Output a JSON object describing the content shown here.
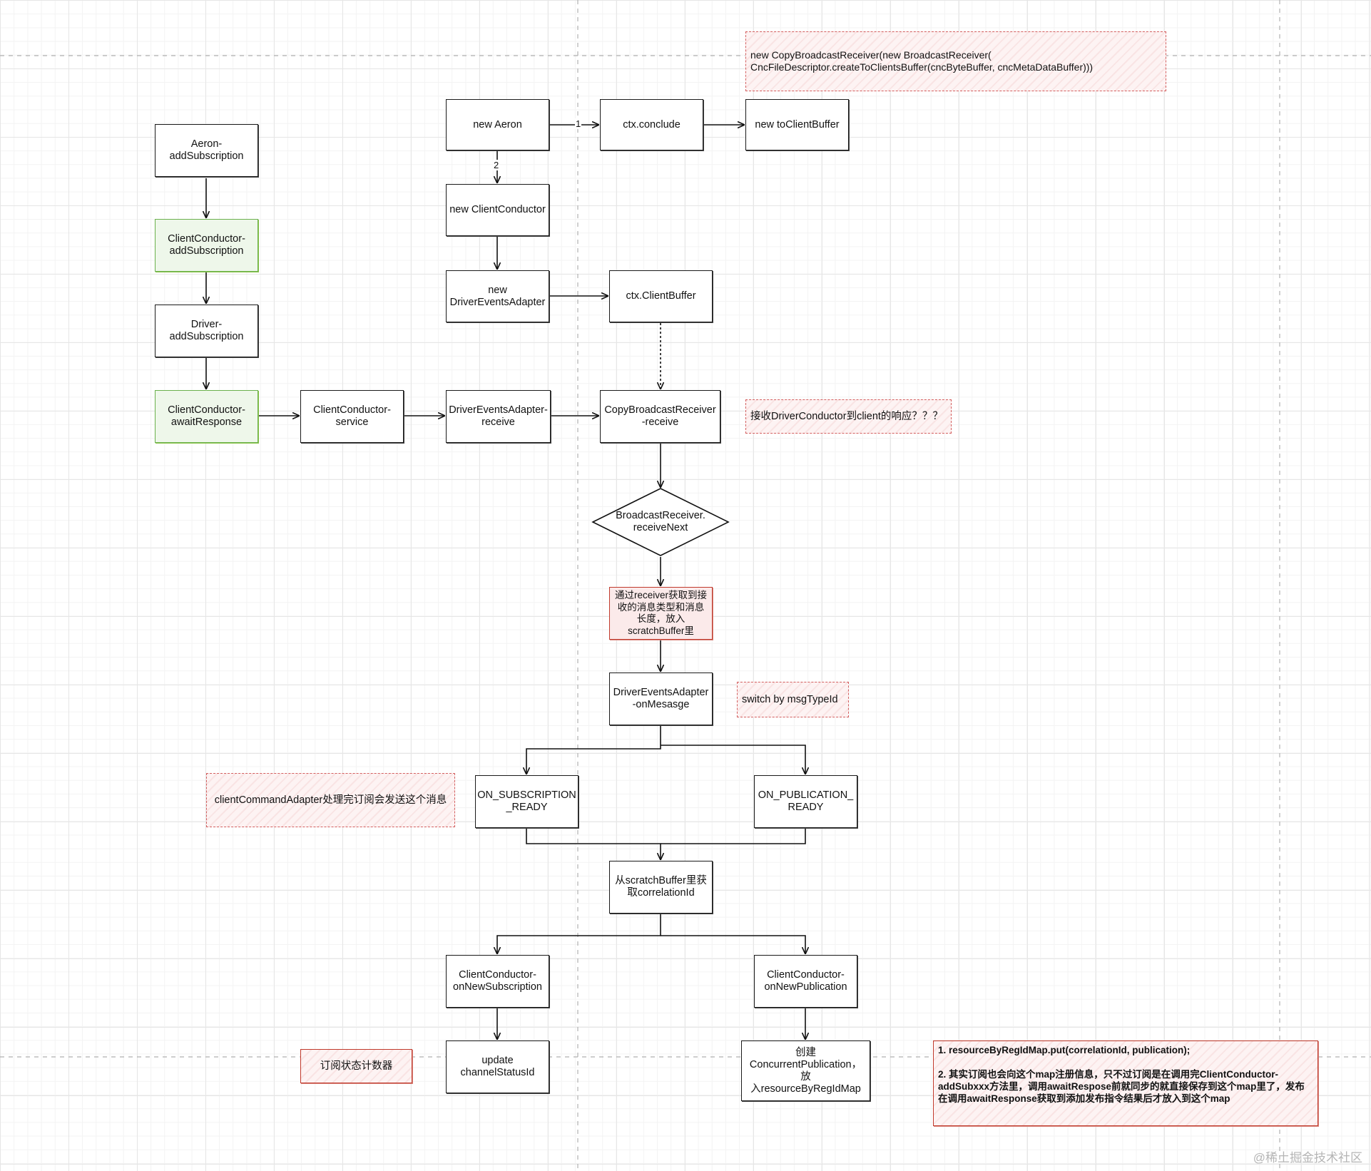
{
  "nodes": {
    "aeron_add": "Aeron-\naddSubscription",
    "cc_add": "ClientConductor-\naddSubscription",
    "driver_add": "Driver-\naddSubscription",
    "cc_await": "ClientConductor-\nawaitResponse",
    "cc_service": "ClientConductor-\nservice",
    "dea_receive": "DriverEventsAdapter-\nreceive",
    "cbr_receive": "CopyBroadcastReceiver\n-receive",
    "new_aeron": "new Aeron",
    "ctx_conclude": "ctx.conclude",
    "new_toclient": "new toClientBuffer",
    "new_cc": "new ClientConductor",
    "new_dea": "new\nDriverEventsAdapter",
    "ctx_clientbuffer": "ctx.ClientBuffer",
    "receive_next": "BroadcastReceiver.\nreceiveNext",
    "scratch_box": "通过receiver获取到接\n收的消息类型和消息\n长度，放入\nscratchBuffer里",
    "dea_onmessage": "DriverEventsAdapter\n-onMesasge",
    "on_sub_ready": "ON_SUBSCRIPTION\n_READY",
    "on_pub_ready": "ON_PUBLICATION_\nREADY",
    "get_corr": "从scratchBuffer里获\n取correlationId",
    "cc_new_sub": "ClientConductor-\nonNewSubscription",
    "cc_new_pub": "ClientConductor-\nonNewPublication",
    "update_status": "update\nchannelStatusId",
    "create_pub": "创建\nConcurrentPublication，放\n入resourceByRegIdMap"
  },
  "notes": {
    "copy_receiver": "new CopyBroadcastReceiver(new BroadcastReceiver(\n              CncFileDescriptor.createToClientsBuffer(cncByteBuffer, cncMetaDataBuffer)))",
    "receive_response": "接收DriverConductor到client的响应？？？",
    "switch_msg": "switch by msgTypeId",
    "client_cmd": "clientCommandAdapter处理完订阅会发送这个消息",
    "sub_counter": "订阅状态计数器",
    "resource_map": "1. resourceByRegIdMap.put(correlationId, publication);\n\n2. 其实订阅也会向这个map注册信息，只不过订阅是在调用完ClientConductor-addSubxxx方法里，调用awaitRespose前就同步的就直接保存到这个map里了，发布在调用awaitResponse获取到添加发布指令结果后才放入到这个map"
  },
  "edge_labels": {
    "step1": "1",
    "step2": "2"
  },
  "watermark": "@稀土掘金技术社区"
}
